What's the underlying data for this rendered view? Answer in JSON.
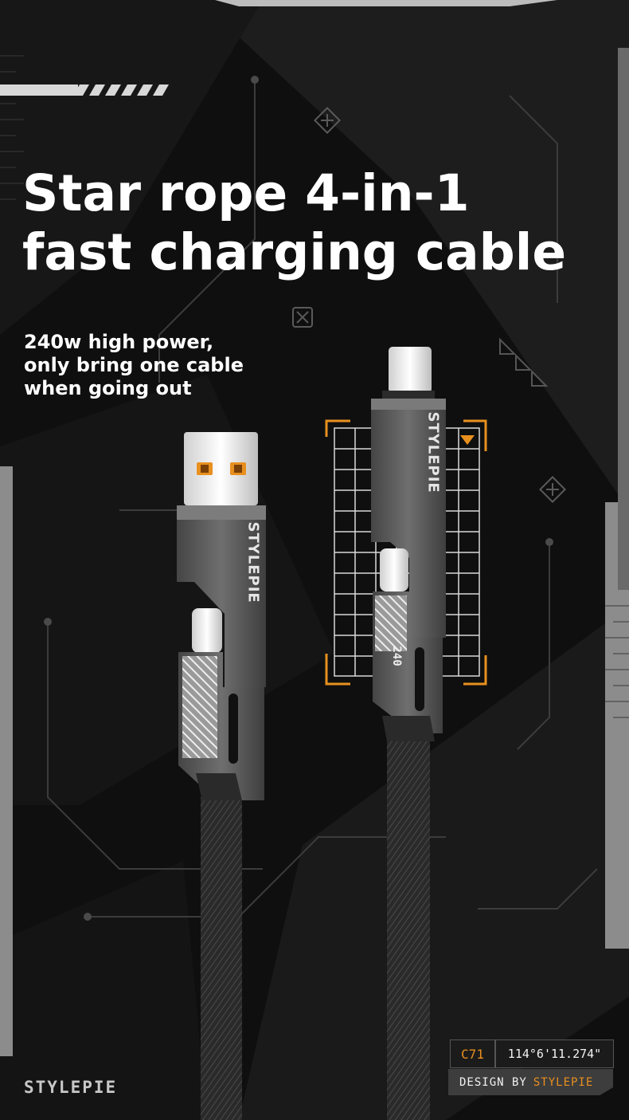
{
  "headline": {
    "line1": "Star rope 4-in-1",
    "line2": "fast charging cable"
  },
  "subtitle": {
    "line1": "240w high power,",
    "line2": "only bring one cable",
    "line3": "when going out"
  },
  "product": {
    "brand_on_connector": "STYLEPIE",
    "power_badge": "240"
  },
  "footer": {
    "brand_logo": "STYLEPIE",
    "model_code": "C71",
    "coordinate": "114°6'11.274\"",
    "design_label": "DESIGN BY",
    "design_brand": "STYLEPIE"
  },
  "colors": {
    "background": "#0e0e0e",
    "accent": "#e8901f",
    "connector_metal": "#5a5a5a",
    "text": "#ffffff"
  }
}
